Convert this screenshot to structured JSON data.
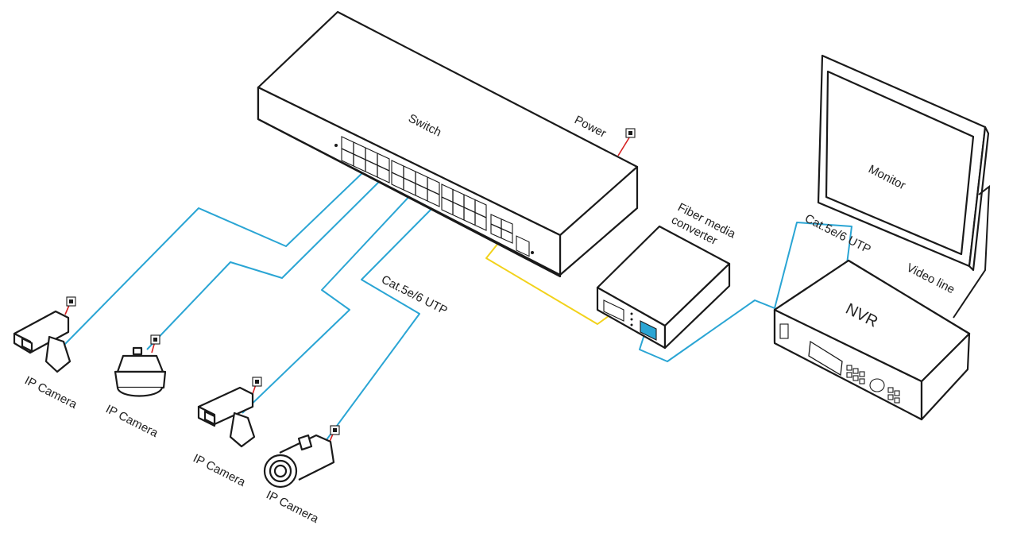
{
  "labels": {
    "switch": "Switch",
    "power": "Power",
    "fiber_line1": "Fiber media",
    "fiber_line2": "converter",
    "monitor": "Monitor",
    "nvr": "NVR",
    "video_line": "Video line",
    "cat_left": "Cat.5e/6 UTP",
    "cat_right": "Cat.5e/6 UTP",
    "camera_1": "IP Camera",
    "camera_2": "IP Camera",
    "camera_3": "IP Camera",
    "camera_4": "IP Camera"
  },
  "colors": {
    "utp_cable": "#2aa5d4",
    "fiber_cable": "#f2d21b",
    "power_cable": "#d52020",
    "outline": "#1a1a1a"
  },
  "icons": [
    "switch-icon",
    "fiber-media-converter-icon",
    "nvr-icon",
    "monitor-icon",
    "box-camera-icon",
    "dome-camera-icon",
    "bullet-camera-icon",
    "power-outlet-icon"
  ]
}
